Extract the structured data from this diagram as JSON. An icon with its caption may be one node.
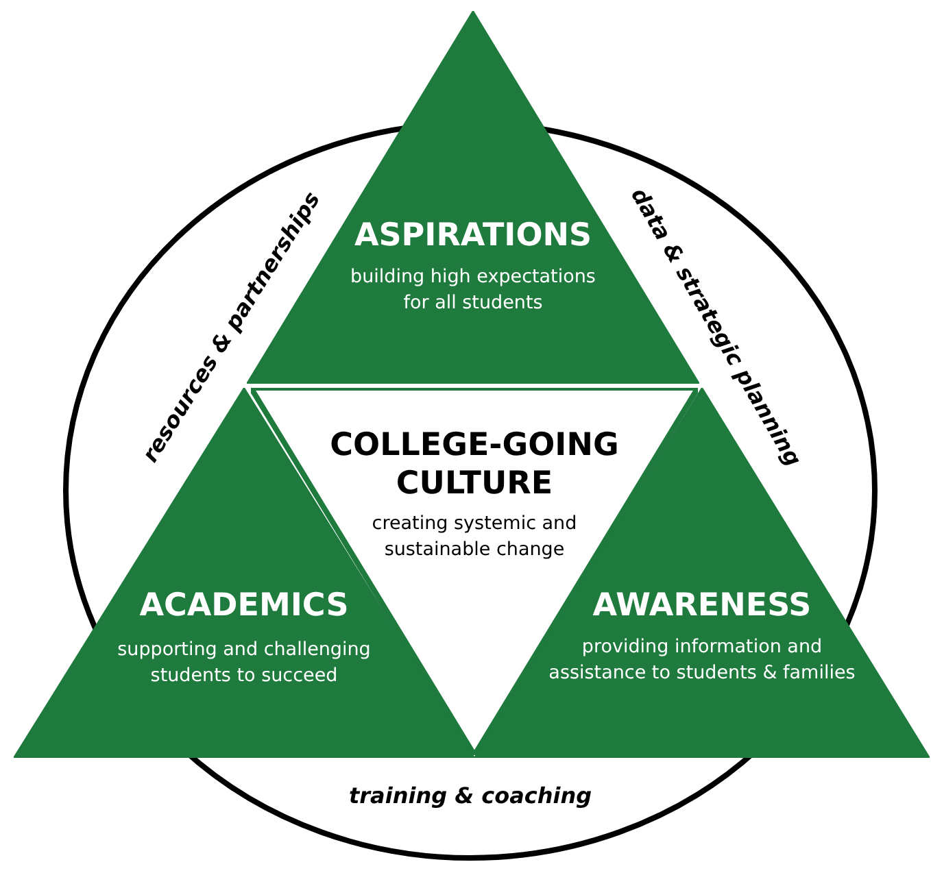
{
  "diagram": {
    "nodes": [
      {
        "text": [
          "ASPIRATIONS",
          "building high expectations for all students"
        ]
      },
      {
        "text": [
          "COLLEGE-GOING CULTURE",
          "creating systemic and sustainable change"
        ]
      },
      {
        "text": [
          "ACADEMICS",
          "supporting and challenging students to succeed"
        ]
      },
      {
        "text": [
          "AWARENESS",
          "providing information and assistance to students & families"
        ]
      }
    ],
    "edges": [],
    "labels": [
      "resources & partnerships",
      "data & strategic planning",
      "training & coaching"
    ]
  }
}
